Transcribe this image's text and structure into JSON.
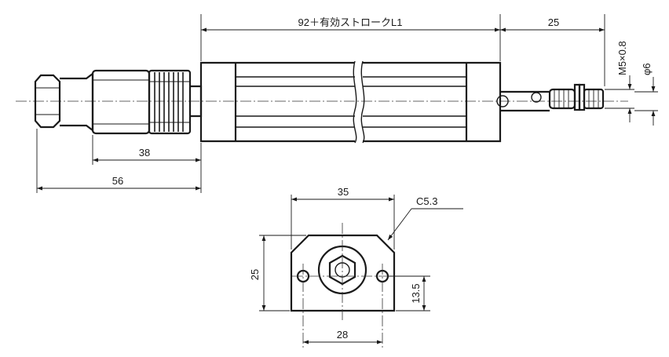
{
  "dimensions": {
    "stroke_length": "92＋有効ストロークL1",
    "rod_extension": "25",
    "thread": "M5×0.8",
    "rod_diameter": "φ6",
    "connector_short": "38",
    "connector_long": "56",
    "flange_width_top": "35",
    "chamfer": "C5.3",
    "flange_height": "25",
    "hole_height": "13.5",
    "hole_pitch": "28"
  }
}
